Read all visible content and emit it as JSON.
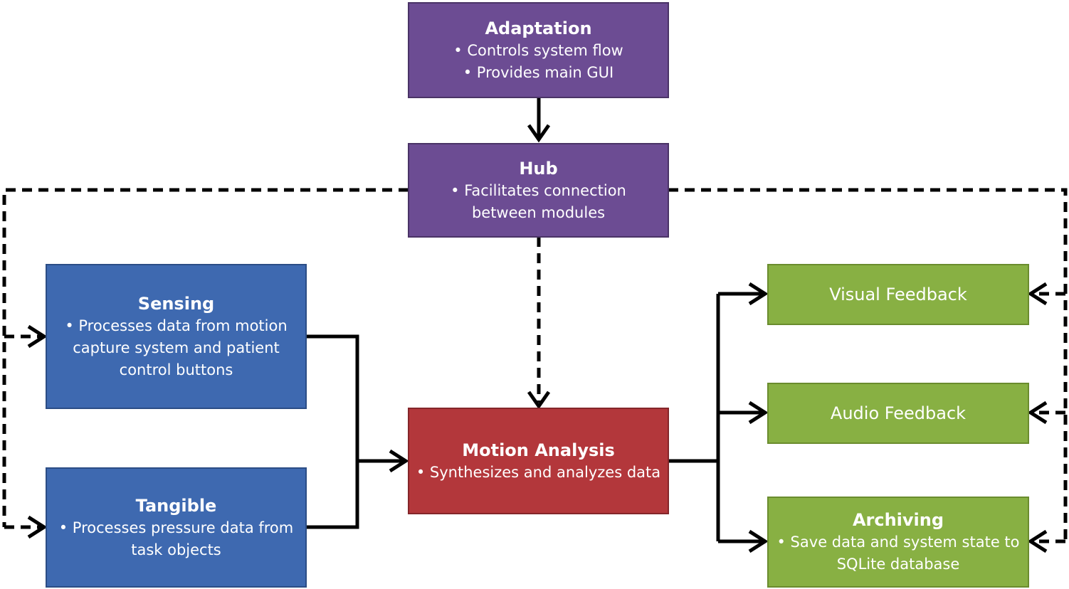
{
  "modules": {
    "adaptation": {
      "title": "Adaptation",
      "lines": [
        "• Controls system flow",
        "• Provides main GUI"
      ],
      "color": "#6c4c93"
    },
    "hub": {
      "title": "Hub",
      "lines": [
        "• Facilitates connection",
        "between modules"
      ],
      "color": "#6c4c93"
    },
    "sensing": {
      "title": "Sensing",
      "lines": [
        "• Processes data from motion",
        "capture system and patient",
        "control buttons"
      ],
      "color": "#3e69b0"
    },
    "tangible": {
      "title": "Tangible",
      "lines": [
        "• Processes pressure data from",
        "task objects"
      ],
      "color": "#3e69b0"
    },
    "motion_analysis": {
      "title": "Motion Analysis",
      "lines": [
        "• Synthesizes and analyzes data"
      ],
      "color": "#b3373b"
    },
    "visual_feedback": {
      "title": "Visual Feedback",
      "color": "#88b043"
    },
    "audio_feedback": {
      "title": "Audio Feedback",
      "color": "#88b043"
    },
    "archiving": {
      "title": "Archiving",
      "lines": [
        "• Save data and system state to",
        "SQLite database"
      ],
      "color": "#88b043"
    }
  },
  "connections": {
    "solid": [
      [
        "adaptation",
        "hub"
      ],
      [
        "sensing",
        "motion_analysis"
      ],
      [
        "tangible",
        "motion_analysis"
      ],
      [
        "motion_analysis",
        "visual_feedback"
      ],
      [
        "motion_analysis",
        "audio_feedback"
      ],
      [
        "motion_analysis",
        "archiving"
      ]
    ],
    "dashed": [
      [
        "hub",
        "motion_analysis"
      ],
      [
        "hub",
        "sensing"
      ],
      [
        "hub",
        "tangible"
      ],
      [
        "hub",
        "visual_feedback"
      ],
      [
        "hub",
        "audio_feedback"
      ],
      [
        "hub",
        "archiving"
      ]
    ]
  }
}
